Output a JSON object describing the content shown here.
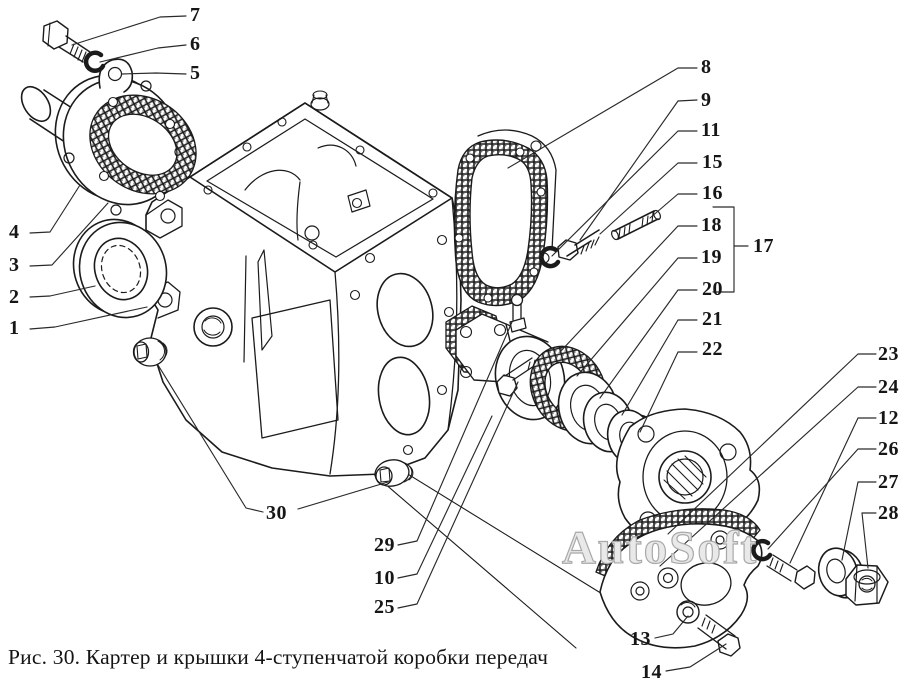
{
  "figure": {
    "caption": "Рис. 30. Картер и крышки 4-ступенчатой коробки передач",
    "watermark": "AutoSoft"
  },
  "colors": {
    "background": "#ffffff",
    "line": "#1b1b1b",
    "leader": "#2a2a2a",
    "watermark_outline": "#a9a9a9"
  },
  "callouts": {
    "c1": "1",
    "c2": "2",
    "c3": "3",
    "c4": "4",
    "c5": "5",
    "c6": "6",
    "c7": "7",
    "c8": "8",
    "c9": "9",
    "c10": "10",
    "c11": "11",
    "c12": "12",
    "c13": "13",
    "c14": "14",
    "c15": "15",
    "c16": "16",
    "c17": "17",
    "c18": "18",
    "c19": "19",
    "c20": "20",
    "c21": "21",
    "c22": "22",
    "c23": "23",
    "c24": "24",
    "c25": "25",
    "c26": "26",
    "c27": "27",
    "c28": "28",
    "c29": "29",
    "c30": "30"
  }
}
